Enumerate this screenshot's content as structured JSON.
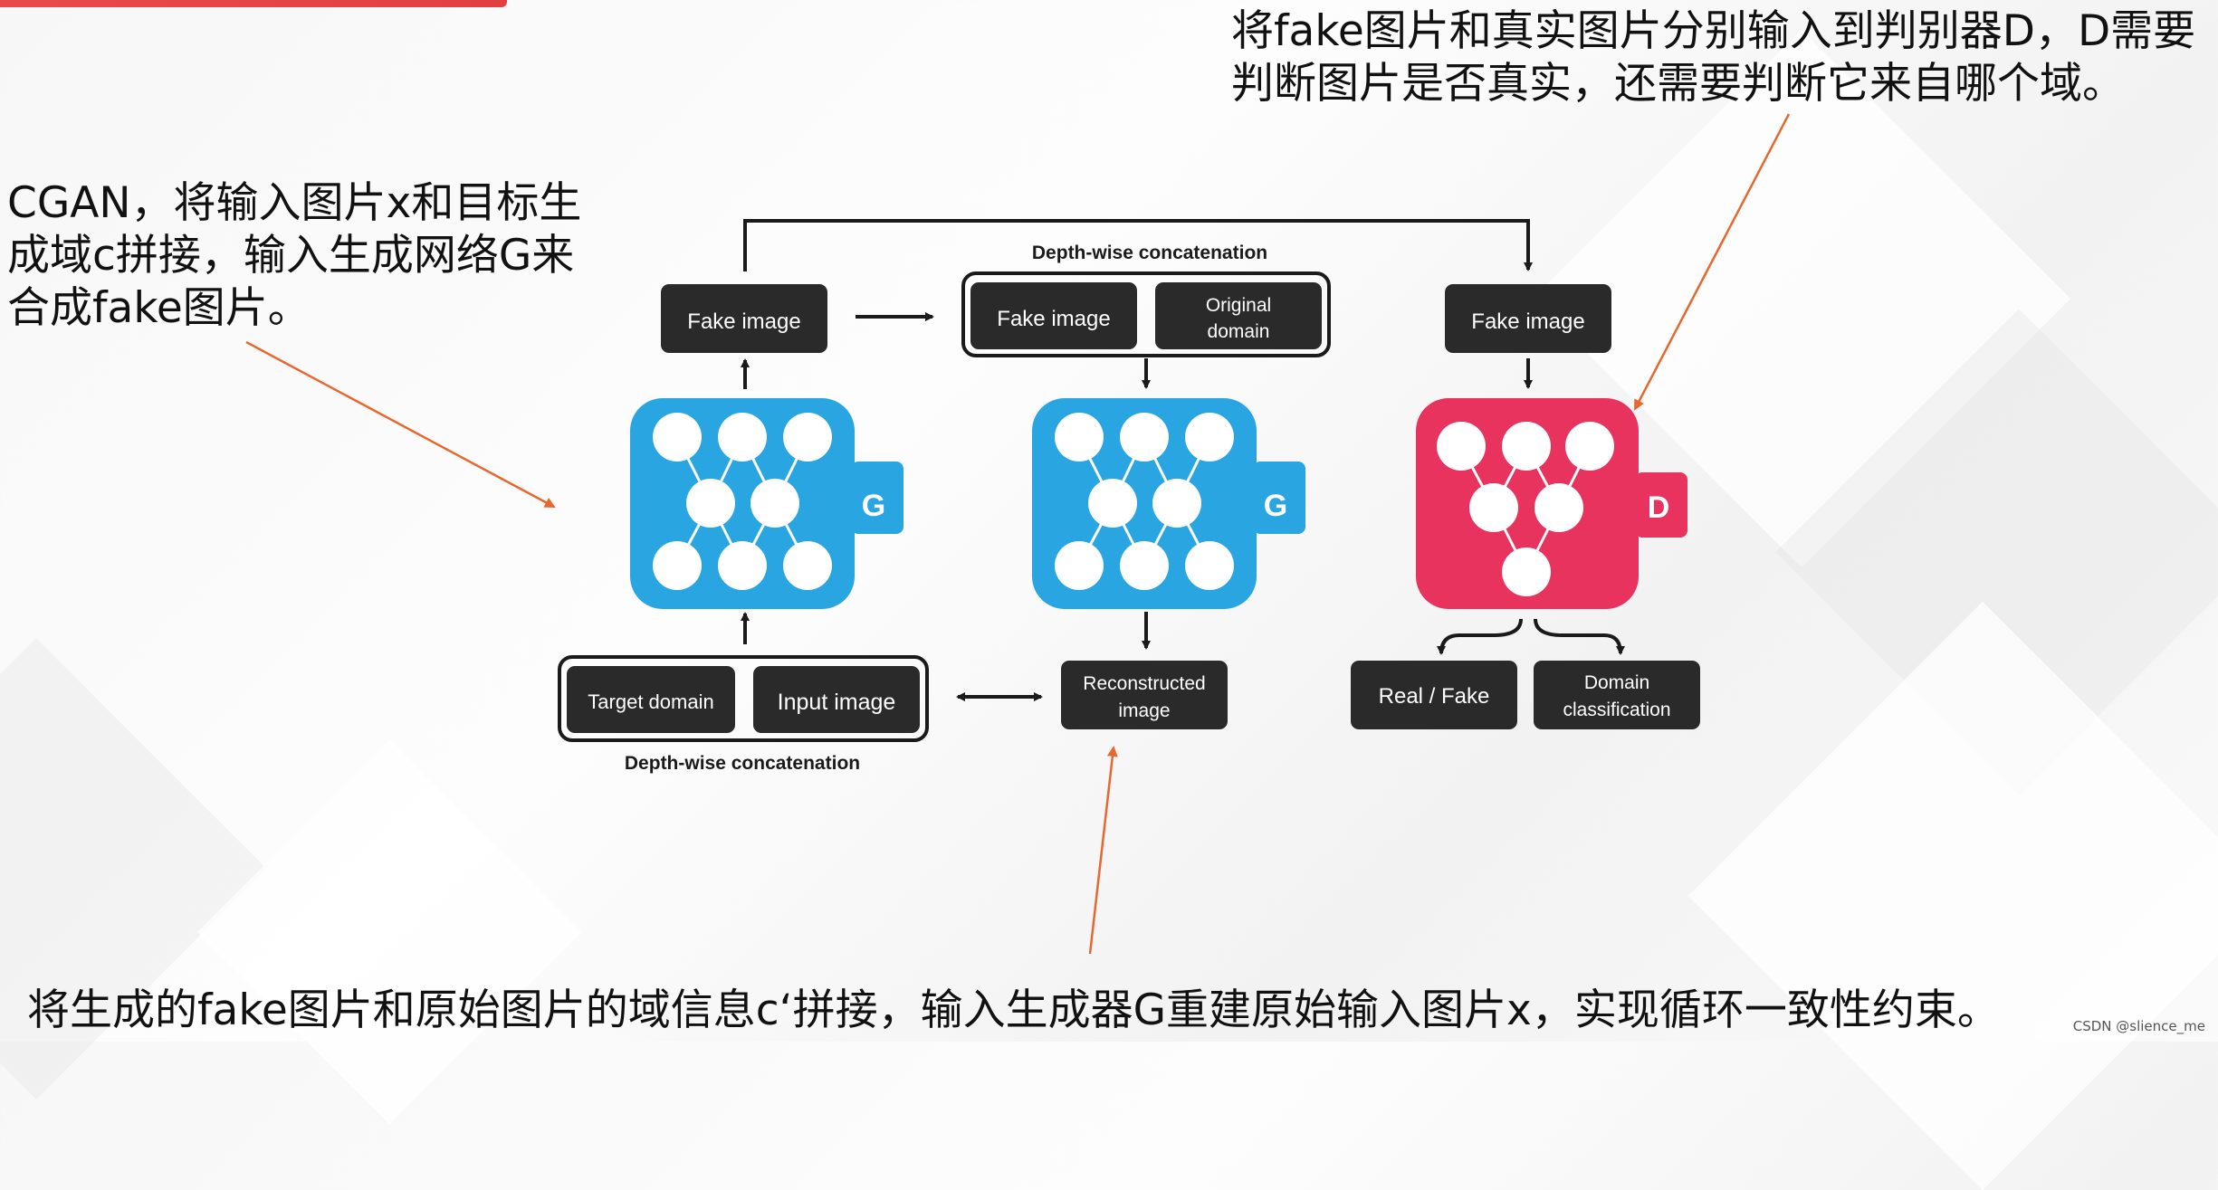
{
  "captions": {
    "top_left": "CGAN，将输入图片x和目标生成域c拼接，输入生成网络G来合成fake图片。",
    "top_right": "将fake图片和真实图片分别输入到判别器D，D需要判断图片是否真实，还需要判断它来自哪个域。",
    "bottom": "将生成的fake图片和原始图片的域信息c‘拼接，输入生成器G重建原始输入图片x，实现循环一致性约束。"
  },
  "diagram": {
    "concat_top_label": "Depth-wise concatenation",
    "concat_bottom_label": "Depth-wise concatenation",
    "fake_image_1": "Fake image",
    "fake_image_2": "Fake image",
    "original_domain": [
      "Original",
      "domain"
    ],
    "fake_image_3": "Fake image",
    "generator_letter_1": "G",
    "generator_letter_2": "G",
    "discriminator_letter": "D",
    "target_domain": "Target domain",
    "input_image": "Input image",
    "reconstructed_image": [
      "Reconstructed",
      "image"
    ],
    "real_fake": "Real / Fake",
    "domain_classification": [
      "Domain",
      "classification"
    ]
  },
  "colors": {
    "generator": "#29a6e1",
    "discriminator": "#e8335e",
    "box": "#2a2a2a",
    "annotation_arrow": "#e8672f",
    "title_strip": "#e24040"
  },
  "watermark": "CSDN @slience_me"
}
